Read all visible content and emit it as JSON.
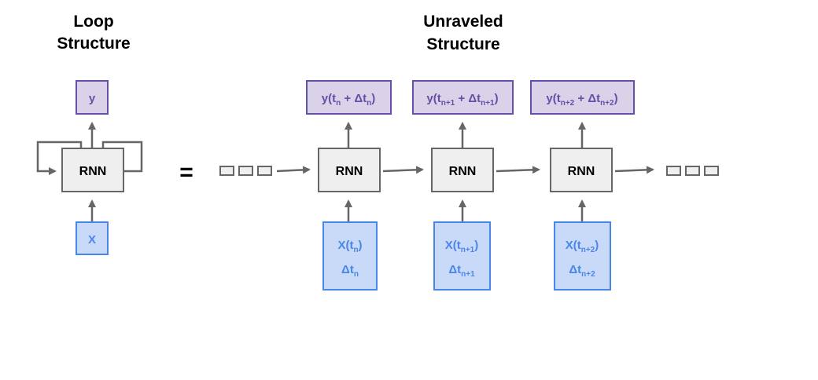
{
  "loop_title": [
    "Loop",
    "Structure"
  ],
  "unraveled_title": [
    "Unraveled",
    "Structure"
  ],
  "equals": "=",
  "colors": {
    "rnn_fill": "#efefef",
    "rnn_stroke": "#666666",
    "output_fill": "#d9d2e9",
    "output_stroke": "#674ea7",
    "input_fill": "#c9daf8",
    "input_stroke": "#4a86e8",
    "arrow": "#666666"
  },
  "loop": {
    "rnn_label": "RNN",
    "output_label": "y",
    "input_label": "X"
  },
  "cells": [
    {
      "rnn_label": "RNN",
      "output": {
        "pre": "y(t",
        "sub1": "n",
        "mid": " + Δt",
        "sub2": "n",
        "post": ")"
      },
      "input_line1": {
        "pre": "X(t",
        "sub": "n",
        "post": ")"
      },
      "input_line2": {
        "pre": "Δt",
        "sub": "n"
      }
    },
    {
      "rnn_label": "RNN",
      "output": {
        "pre": "y(t",
        "sub1": "n+1",
        "mid": " + Δt",
        "sub2": "n+1",
        "post": ")"
      },
      "input_line1": {
        "pre": "X(t",
        "sub": "n+1",
        "post": ")"
      },
      "input_line2": {
        "pre": "Δt",
        "sub": "n+1"
      }
    },
    {
      "rnn_label": "RNN",
      "output": {
        "pre": "y(t",
        "sub1": "n+2",
        "mid": " + Δt",
        "sub2": "n+2",
        "post": ")"
      },
      "input_line1": {
        "pre": "X(t",
        "sub": "n+2",
        "post": ")"
      },
      "input_line2": {
        "pre": "Δt",
        "sub": "n+2"
      }
    }
  ]
}
